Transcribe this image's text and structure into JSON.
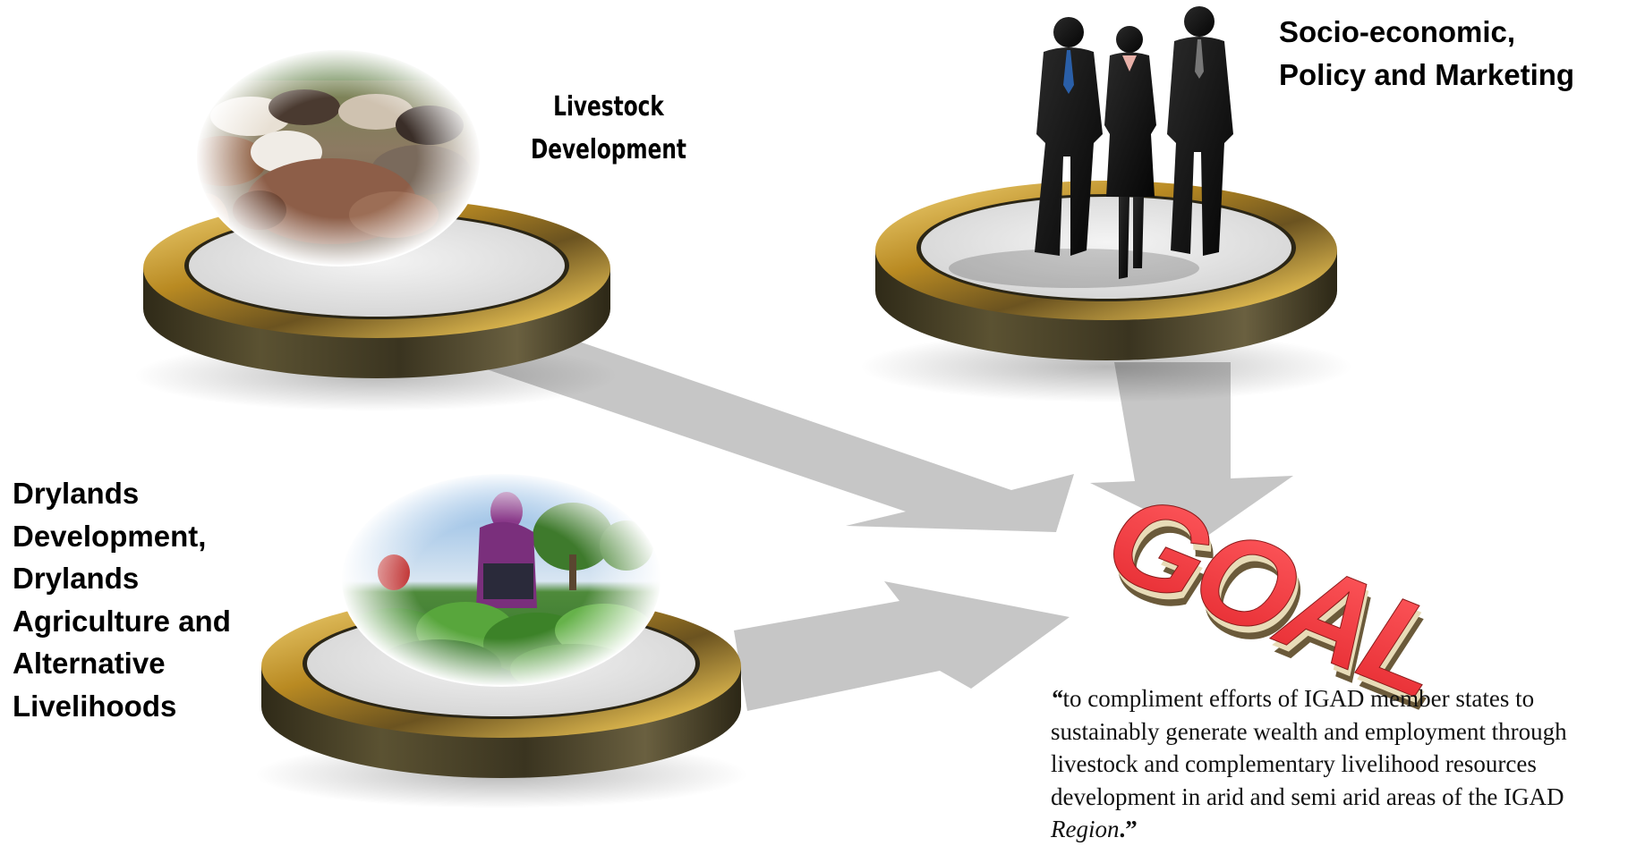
{
  "nodes": {
    "livestock": {
      "label_line1": "Livestock",
      "label_line2": "Development"
    },
    "socio": {
      "label_line1": "Socio-economic,",
      "label_line2": "Policy and Marketing"
    },
    "drylands": {
      "label_lines": [
        "Drylands",
        "Development,",
        "Drylands",
        "Agriculture and",
        "Alternative",
        "Livelihoods"
      ]
    }
  },
  "goal": {
    "title": "GOAL",
    "quote_open": "“",
    "quote_body": "to compliment efforts of IGAD member states to sustainably generate wealth and employment through livestock and complementary livelihood resources development in arid and semi arid areas of the IGAD ",
    "quote_region": "Region",
    "quote_close": ".”"
  },
  "colors": {
    "arrow": "#c8c8c8",
    "disc_gold": "#c9a23a",
    "disc_dark": "#3b3520",
    "disc_face": "#e6e6e6",
    "goal_red": "#f0383c",
    "goal_side": "#d9c9a0"
  },
  "icons": {
    "livestock": "cattle-herd-photo",
    "socio": "business-people-silhouette",
    "drylands": "farmer-in-field-photo"
  }
}
